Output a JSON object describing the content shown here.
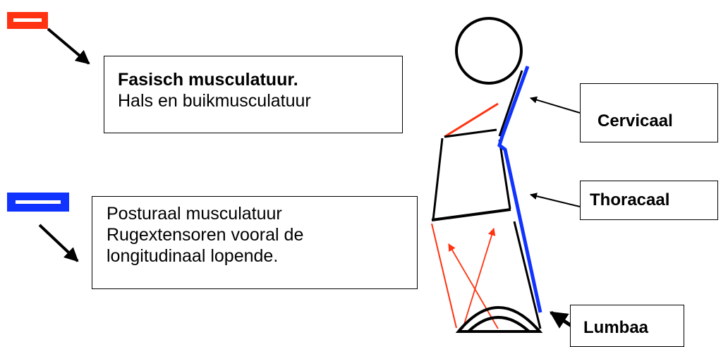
{
  "legend": {
    "phasic": {
      "color": "#ff3311",
      "title": "Fasisch musculatuur.",
      "description": "Hals en buikmusculatuur"
    },
    "postural": {
      "color": "#1133ff",
      "lines": [
        "Posturaal musculatuur",
        "Rugextensoren vooral de",
        "longitudinaal lopende."
      ]
    }
  },
  "regions": {
    "cervical": "Cervicaal",
    "thoracic": "Thoracaal",
    "lumbar": "Lumbaa"
  }
}
